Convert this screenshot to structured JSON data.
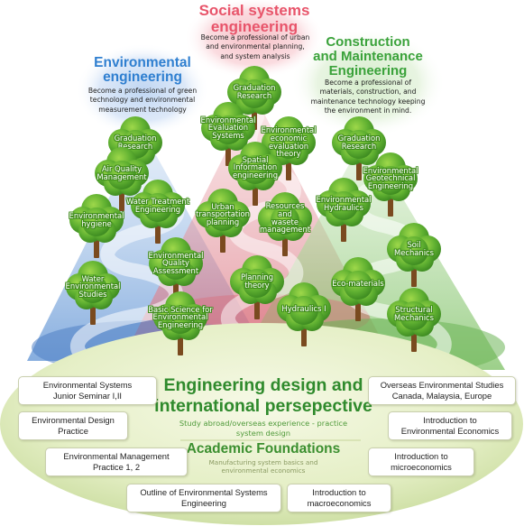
{
  "fields": {
    "environmental": {
      "title_lines": [
        "Environmental",
        "engineering"
      ],
      "description_lines": [
        "Become a professional of green",
        "technology and environmental",
        "measurement technology"
      ],
      "color": "#2f7fd0"
    },
    "social": {
      "title_lines": [
        "Social systems",
        "engineering"
      ],
      "description_lines": [
        "Become a professional of urban",
        "and environmental planning,",
        "and system analysis"
      ],
      "color": "#e8546a"
    },
    "construction": {
      "title_lines": [
        "Construction",
        "and Maintenance",
        "Engineering"
      ],
      "description_lines": [
        "Become a professional of",
        "materials, construction, and",
        "maintenance technology keeping",
        "the environment in mind."
      ],
      "color": "#3aa23a"
    }
  },
  "trees": [
    {
      "name": "tree-graduation-research-social",
      "lines": [
        "Graduation",
        "Research"
      ]
    },
    {
      "name": "tree-graduation-research-environmental",
      "lines": [
        "Graduation",
        "Research"
      ]
    },
    {
      "name": "tree-graduation-research-construction",
      "lines": [
        "Graduation",
        "Research"
      ]
    },
    {
      "name": "tree-environmental-evaluation-systems",
      "lines": [
        "Environmental",
        "Evaluation",
        "Systems"
      ]
    },
    {
      "name": "tree-environmental-economic-evaluation-theory",
      "lines": [
        "Environmental",
        "economic",
        "evaluation",
        "theory"
      ]
    },
    {
      "name": "tree-air-quality-management",
      "lines": [
        "Air Quality",
        "Management"
      ]
    },
    {
      "name": "tree-spatial-information-engineering",
      "lines": [
        "Spatial",
        "Information",
        "engineering"
      ]
    },
    {
      "name": "tree-environmental-geotechnical-engineering",
      "lines": [
        "Environmental",
        "Geotechnical",
        "Engineering"
      ]
    },
    {
      "name": "tree-water-treatment-engineering",
      "lines": [
        "Water Treatment",
        "Engineering"
      ]
    },
    {
      "name": "tree-environmental-hygiene",
      "lines": [
        "Environmental",
        "hygiene"
      ]
    },
    {
      "name": "tree-urban-transportation-planning",
      "lines": [
        "Urban",
        "transportation",
        "planning"
      ]
    },
    {
      "name": "tree-resources-waste-management",
      "lines": [
        "Resources",
        "and",
        "wasete",
        "management"
      ]
    },
    {
      "name": "tree-environmental-hydraulics",
      "lines": [
        "Environmental",
        "Hydraulics"
      ]
    },
    {
      "name": "tree-soil-mechanics",
      "lines": [
        "Soil",
        "Mechanics"
      ]
    },
    {
      "name": "tree-environmental-quality-assessment",
      "lines": [
        "Environmental",
        "Quality",
        "Assessment"
      ]
    },
    {
      "name": "tree-planning-theory",
      "lines": [
        "Planning",
        "theory"
      ]
    },
    {
      "name": "tree-water-environmental-studies",
      "lines": [
        "Water",
        "Environmental",
        "Studies"
      ]
    },
    {
      "name": "tree-eco-materials",
      "lines": [
        "Eco-materials"
      ]
    },
    {
      "name": "tree-hydraulics-1",
      "lines": [
        "Hydraulics I"
      ]
    },
    {
      "name": "tree-basic-science-environmental-engineering",
      "lines": [
        "Basic Science for",
        "Environmental",
        "Engineering"
      ]
    },
    {
      "name": "tree-structural-mechanics",
      "lines": [
        "Structural",
        "Mechanics"
      ]
    }
  ],
  "foundation": {
    "title_lines": [
      "Engineering design and",
      "international persepective"
    ],
    "subtitle_lines": [
      "Study abroad/overseas experience - practice",
      "system design"
    ],
    "academic_title": "Academic Foundations",
    "academic_sub_lines": [
      "Manufacturing system basics and",
      "environmental economics"
    ]
  },
  "course_boxes": [
    {
      "name": "box-environmental-systems-junior-seminar",
      "lines": [
        "Environmental Systems",
        "Junior Seminar I,II"
      ]
    },
    {
      "name": "box-environmental-design-practice",
      "lines": [
        "Environmental Design",
        "Practice"
      ]
    },
    {
      "name": "box-environmental-management-practice",
      "lines": [
        "Environmental Management",
        "Practice 1, 2"
      ]
    },
    {
      "name": "box-outline-environmental-systems-engineering",
      "lines": [
        "Outline of Environmental Systems",
        "Engineering"
      ]
    },
    {
      "name": "box-introduction-macroeconomics",
      "lines": [
        "Introduction to",
        "macroeconomics"
      ]
    },
    {
      "name": "box-introduction-microeconomics",
      "lines": [
        "Introduction to",
        "microeconomics"
      ]
    },
    {
      "name": "box-introduction-environmental-economics",
      "lines": [
        "Introduction to",
        "Environmental Economics"
      ]
    },
    {
      "name": "box-overseas-environmental-studies",
      "lines": [
        "Overseas Environmental Studies",
        "Canada, Malaysia, Europe"
      ]
    }
  ]
}
